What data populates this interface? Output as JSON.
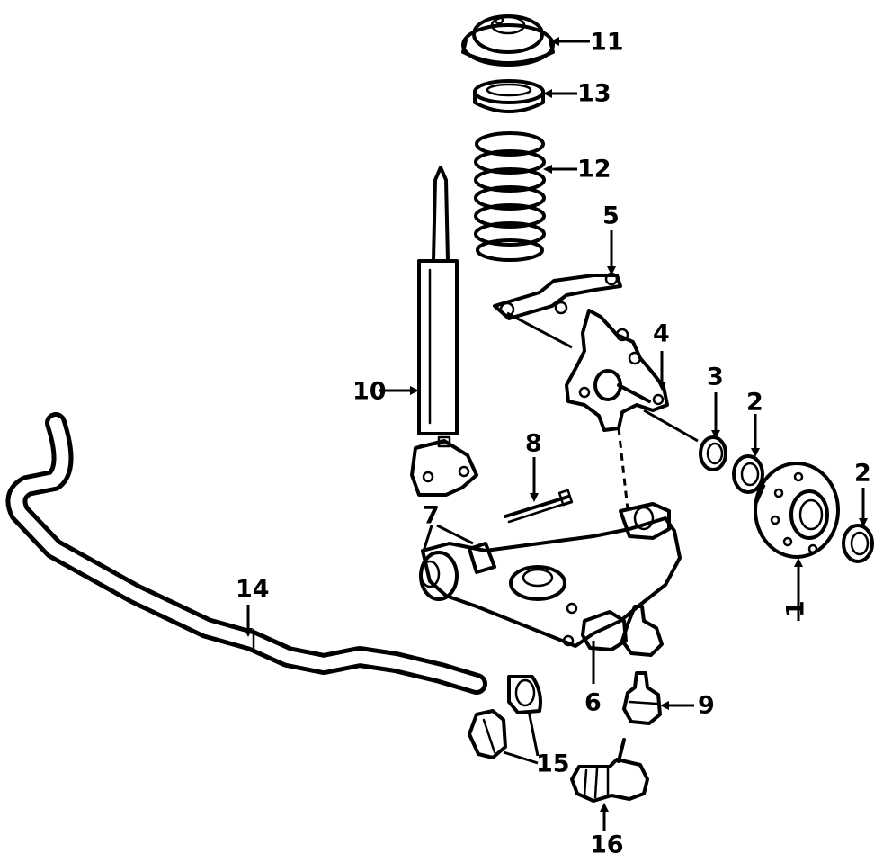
{
  "callouts": {
    "c1": "1",
    "c2a": "2",
    "c2b": "2",
    "c3": "3",
    "c4": "4",
    "c5": "5",
    "c6": "6",
    "c7": "7",
    "c8": "8",
    "c9": "9",
    "c10": "10",
    "c11": "11",
    "c12": "12",
    "c13": "13",
    "c14": "14",
    "c15": "15",
    "c16": "16"
  }
}
